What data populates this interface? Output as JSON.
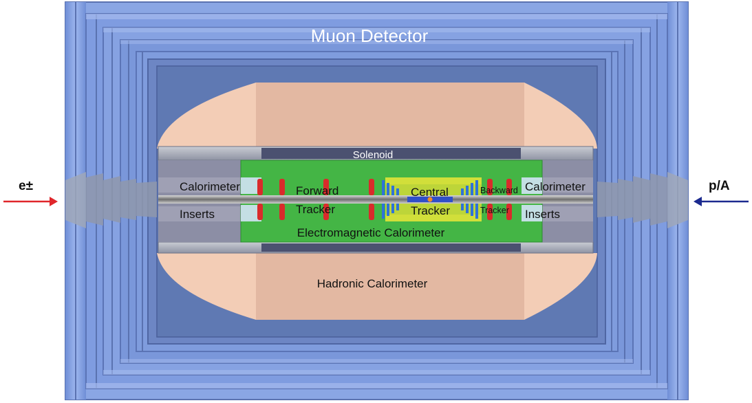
{
  "labels": {
    "muon_detector": "Muon Detector",
    "solenoid": "Solenoid",
    "calorimeter_left": "Calorimeter",
    "inserts_left": "Inserts",
    "forward_line1": "Forward",
    "forward_line2": "Tracker",
    "central_line1": "Central",
    "central_line2": "Tracker",
    "backward_line1": "Backward",
    "backward_line2": "Tracker",
    "calorimeter_right": "Calorimeter",
    "inserts_right": "Inserts",
    "em_calorimeter": "Electromagnetic Calorimeter",
    "hadronic_calorimeter": "Hadronic Calorimeter"
  },
  "beams": {
    "electron": "e±",
    "proton_ion": "p/A"
  },
  "colors": {
    "muon_blue": "#7f9fe0",
    "muon_inner": "#5f79b3",
    "hadronic": "#e5b9a3",
    "em_green": "#44b545",
    "solenoid": "#4b5170",
    "insert_gray": "#8c8ea5",
    "disk_red": "#d92b2b",
    "tracker_blue": "#2f72d8",
    "tracker_yellow": "#d9e23a",
    "electron_arrow": "#e0262b",
    "proton_arrow": "#1b2a8f"
  }
}
